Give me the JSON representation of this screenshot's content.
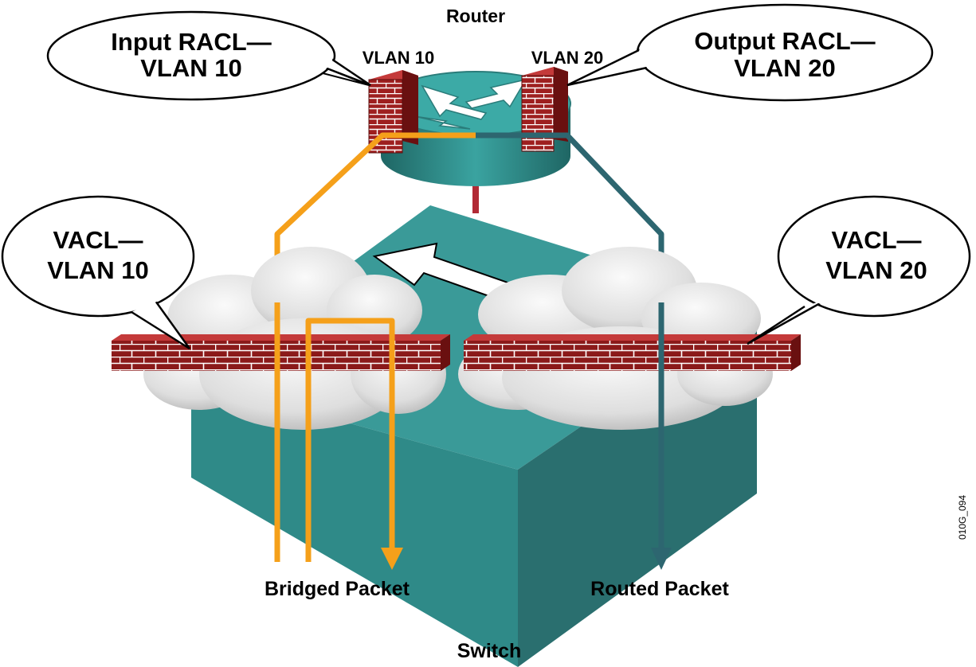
{
  "labels": {
    "router": "Router",
    "switch": "Switch",
    "vlan10": "VLAN 10",
    "vlan20": "VLAN 20",
    "bridged_packet": "Bridged Packet",
    "routed_packet": "Routed Packet",
    "figure_id": "010G_094"
  },
  "callouts": {
    "input_racl": {
      "line1": "Input RACL—",
      "line2": "VLAN 10"
    },
    "output_racl": {
      "line1": "Output RACL—",
      "line2": "VLAN 20"
    },
    "vacl_vlan10": {
      "line1": "VACL—",
      "line2": "VLAN 10"
    },
    "vacl_vlan20": {
      "line1": "VACL—",
      "line2": "VLAN 20"
    }
  },
  "colors": {
    "teal_top": "#3a9a98",
    "teal_left": "#2f8a88",
    "teal_right": "#2a6f6f",
    "brick": "#8b1a1a",
    "bridged_path": "#f5a01a",
    "routed_path": "#2d6670"
  },
  "icons": [
    "router-icon",
    "switch-icon",
    "firewall-icon",
    "cloud-icon",
    "arrow-icon"
  ]
}
